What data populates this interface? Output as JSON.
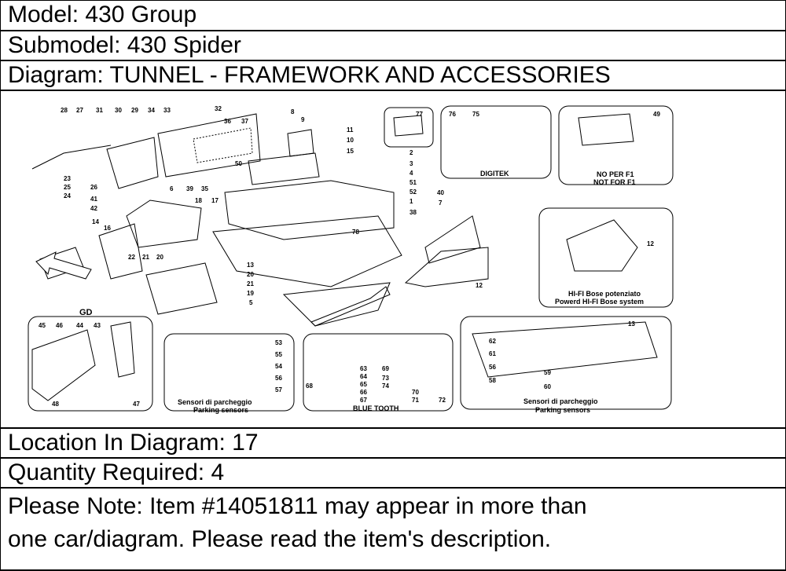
{
  "model": "Model: 430 Group",
  "submodel": "Submodel: 430 Spider",
  "diagram_title": "Diagram: TUNNEL - FRAMEWORK AND ACCESSORIES",
  "diagram": {
    "captions": {
      "digitek": "DIGITEK",
      "no_f1_1": "NO PER F1",
      "no_f1_2": "NOT FOR F1",
      "hifi_1": "HI-FI Bose potenziato",
      "hifi_2": "Powerd HI-FI Bose system",
      "gd": "GD",
      "park_it": "Sensori di parcheggio",
      "park_en": "Parking sensors",
      "bluetooth": "BLUE TOOTH"
    },
    "part_numbers": [
      "28",
      "27",
      "31",
      "30",
      "29",
      "34",
      "33",
      "32",
      "36",
      "37",
      "23",
      "25",
      "24",
      "26",
      "41",
      "42",
      "6",
      "39",
      "18",
      "17",
      "14",
      "16",
      "35",
      "8",
      "9",
      "11",
      "10",
      "15",
      "50",
      "2",
      "3",
      "4",
      "51",
      "52",
      "1",
      "78",
      "40",
      "7",
      "38",
      "22",
      "21",
      "20",
      "13",
      "20",
      "21",
      "19",
      "5",
      "77",
      "76",
      "75",
      "49",
      "12",
      "12",
      "45",
      "46",
      "44",
      "43",
      "47",
      "48",
      "53",
      "55",
      "54",
      "56",
      "57",
      "63",
      "64",
      "65",
      "66",
      "67",
      "68",
      "69",
      "73",
      "74",
      "70",
      "71",
      "72",
      "62",
      "61",
      "56",
      "58",
      "59",
      "60",
      "13"
    ]
  },
  "location": "Location In Diagram: 17",
  "quantity": "Quantity Required: 4",
  "note_line1": "Please Note: Item #14051811 may appear in more than",
  "note_line2": "one car/diagram. Please read the item's description."
}
